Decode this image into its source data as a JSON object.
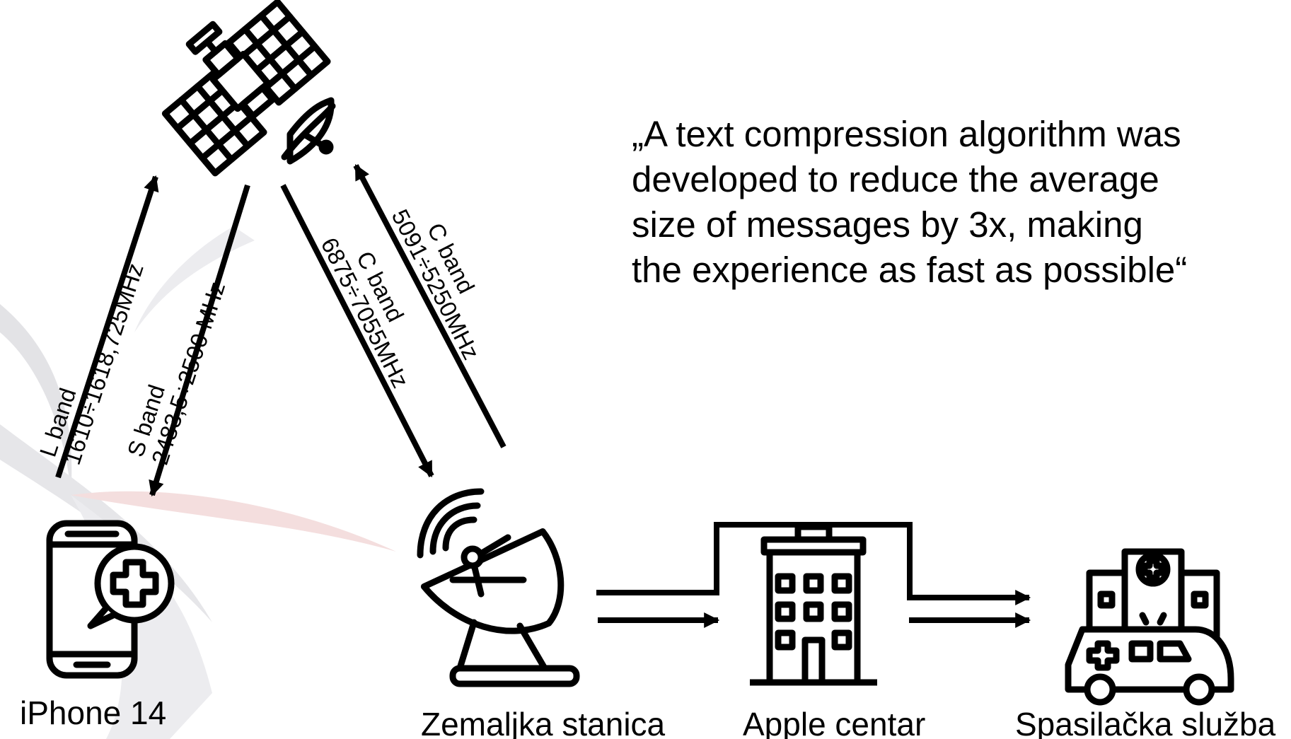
{
  "colors": {
    "ink": "#000000",
    "background": "#ffffff",
    "watermark_gray": "#d6d6da",
    "watermark_red": "#f2d9d9"
  },
  "icons": [
    "satellite-icon",
    "phone-emergency-icon",
    "satellite-dish-icon",
    "office-building-icon",
    "ambulance-hospital-icon"
  ],
  "quote": {
    "lines": [
      "„A text compression algorithm was",
      "developed to reduce the average",
      "size of messages by 3x, making",
      "the experience as fast as possible“"
    ]
  },
  "links": {
    "l_band": {
      "name": "L band",
      "freq": "1610÷1618,725MHz"
    },
    "s_band": {
      "name": "S band",
      "freq": "2483,5÷2500 MHz"
    },
    "c_band_down": {
      "name": "C band",
      "freq": "6875÷7055MHz"
    },
    "c_band_up": {
      "name": "C band",
      "freq": "5091÷5250MHz"
    }
  },
  "nodes": {
    "phone": "iPhone 14",
    "ground_station": "Zemaljka stanica",
    "apple_center": "Apple centar",
    "rescue": "Spasilačka služba"
  }
}
